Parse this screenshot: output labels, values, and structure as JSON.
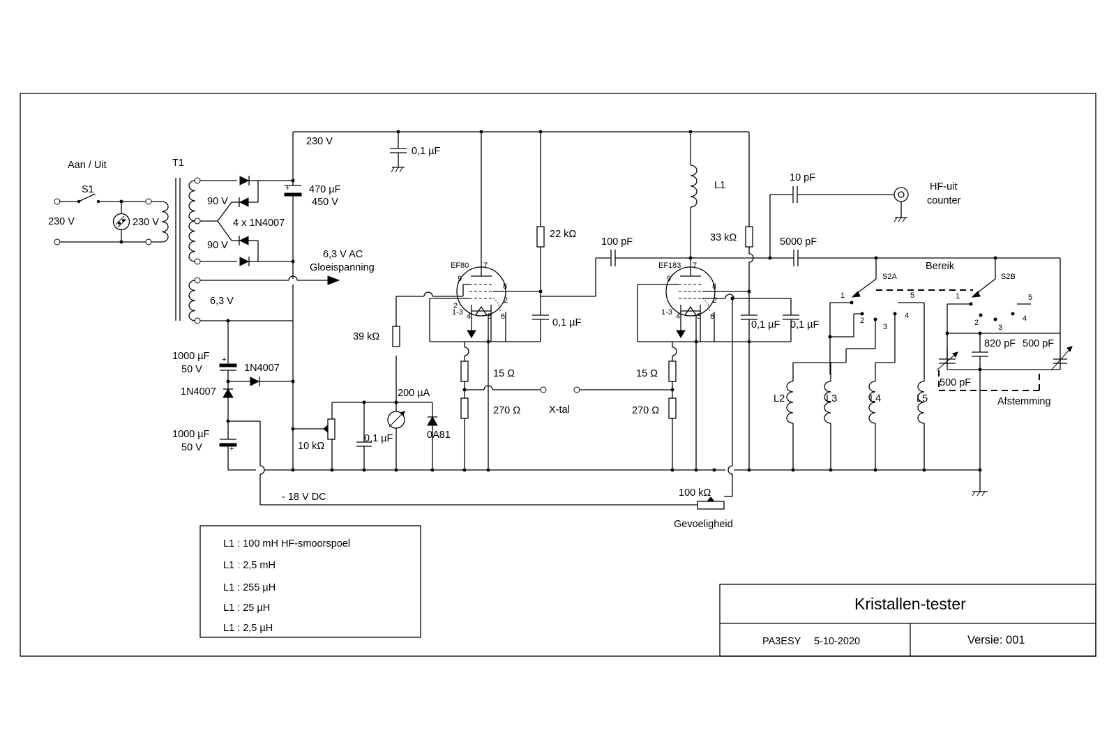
{
  "labels": {
    "power_switch": "Aan / Uit",
    "s1": "S1",
    "t1": "T1",
    "mains_in": "230 V",
    "lamp_voltage": "230 V",
    "sec_upper": "90 V",
    "sec_lower": "90 V",
    "diodes": "4 x 1N4007",
    "heater_winding": "6,3 V",
    "hv_rail": "230 V",
    "hv_cap": "470 µF",
    "hv_cap_v": "450 V",
    "heater_out": "6,3 V AC",
    "heater_out2": "Gloeispanning",
    "neg_cap1": "1000 µF",
    "neg_cap1_v": "50 V",
    "neg_diode1": "1N4007",
    "neg_diode2": "1N4007",
    "neg_cap2": "1000 µF",
    "neg_cap2_v": "50 V",
    "neg_rail": "- 18 V DC",
    "dec_cap": "0,1 µF",
    "r22k": "22 kΩ",
    "c100p": "100 pF",
    "ef80": "EF80",
    "ef183": "EF183",
    "c01a": "0,1 µF",
    "r39k": "39 kΩ",
    "meter": "200 µA",
    "pot10k": "10 kΩ",
    "c01b": "0,1 µF",
    "diode_oa81": "0A81",
    "r15a": "15 Ω",
    "r270a": "270 Ω",
    "xtal": "X-tal",
    "r15b": "15 Ω",
    "r270b": "270 Ω",
    "l1": "L1",
    "r33k": "33 kΩ",
    "c10p": "10 pF",
    "hf_out": "HF-uit",
    "hf_out2": "counter",
    "c5000p": "5000 pF",
    "c01c": "0,1 µF",
    "c01d": "0,1 µF",
    "range": "Bereik",
    "s2a": "S2A",
    "s2b": "S2B",
    "l2": "L2",
    "l3": "L3",
    "l4": "L4",
    "l5": "L5",
    "c820": "820 pF",
    "c500a": "500 pF",
    "c500b": "500 pF",
    "tuning": "Afstemming",
    "pot100k": "100 kΩ",
    "sensitivity": "Gevoeligheid"
  },
  "pins": {
    "p9": "9",
    "p7": "7",
    "p8": "8",
    "p2": "2",
    "p13": "1-3",
    "p4": "4",
    "p5": "5",
    "p6": "6",
    "s1": "1",
    "s2": "2",
    "s3": "3",
    "s4": "4",
    "s5": "5"
  },
  "coil_table": {
    "rows": [
      "L1 : 100 mH HF-smoorspoel",
      "L1 : 2,5 mH",
      "L1 : 255 µH",
      "L1 : 25 µH",
      "L1 : 2,5 µH"
    ]
  },
  "title_block": {
    "title": "Kristallen-tester",
    "author": "PA3ESY",
    "date": "5-10-2020",
    "version": "Versie:  001"
  }
}
